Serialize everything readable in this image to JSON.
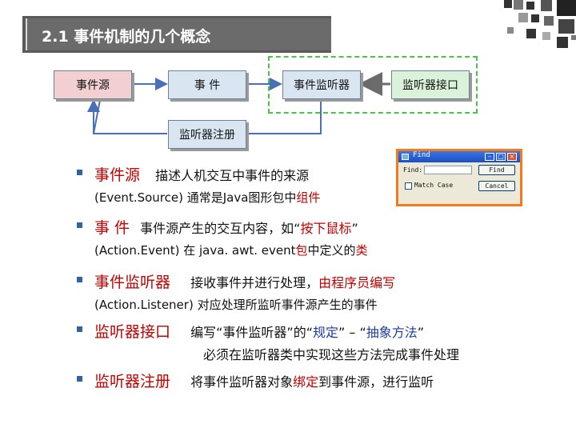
{
  "slide": {
    "title": "2.1 事件机制的几个概念"
  },
  "diagram": {
    "source_label": "事件源",
    "event_label": "事  件",
    "listener_label": "事件监听器",
    "interface_label": "监听器接口",
    "register_label": "监听器注册"
  },
  "dialog": {
    "title": "Find",
    "find_label": "Find:",
    "find_button": "Find",
    "cancel_button": "Cancel",
    "checkbox_label": "Match Case"
  },
  "items": [
    {
      "term": "事件源",
      "desc": "描述人机交互中事件的来源",
      "sub_a": "(Event.Source)  通常是Java图形包中",
      "sub_b": "组件"
    },
    {
      "term": "事  件",
      "desc_a": "事件源产生的交互内容，如“",
      "desc_b": "按下鼠标",
      "desc_c": "”",
      "sub_a": "(Action.Event)   在 java. awt. event",
      "sub_b": "包",
      "sub_c": "中定义的",
      "sub_d": "类"
    },
    {
      "term": "事件监听器",
      "desc_a": "接收事件并进行处理，",
      "desc_b": "由程序员编写",
      "sub": "(Action.Listener) 对应处理所监听事件源产生的事件"
    },
    {
      "term": "监听器接口",
      "desc_a": "编写“事件监听器”的“",
      "desc_b": "规定",
      "desc_c": "” – “",
      "desc_d": "抽象方法",
      "desc_e": "”",
      "line2": "必须在监听器类中实现这些方法完成事件处理"
    },
    {
      "term": "监听器注册",
      "desc_a": "将事件监听器对象",
      "desc_b": "绑定",
      "desc_c": "到事件源，进行监听"
    }
  ],
  "colors": {
    "term": "#c00000",
    "accent_blue": "#1f3b9c",
    "title_bar": "#6b6b6b",
    "dialog_border": "#f47a20"
  }
}
